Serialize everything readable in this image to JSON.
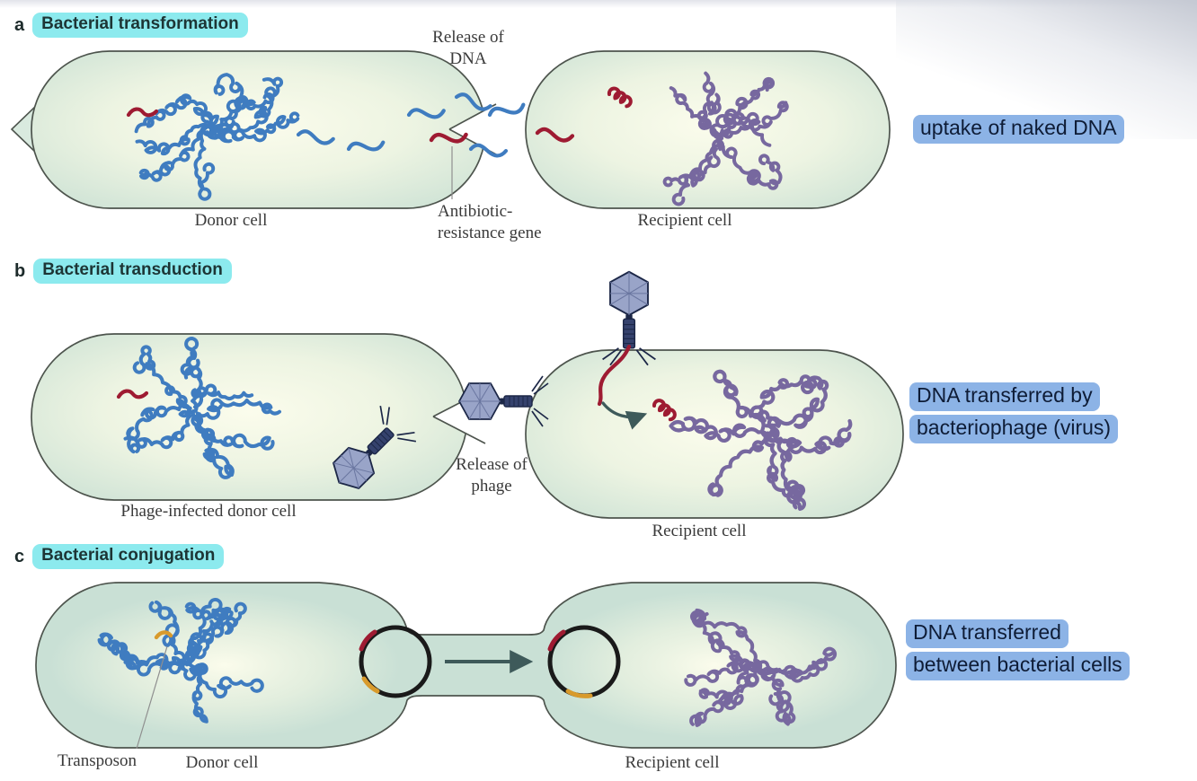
{
  "colors": {
    "donor_dna": "#3f7cc0",
    "recipient_dna": "#77689f",
    "resistance_gene": "#9e1b32",
    "transposon": "#d89a2c",
    "cell_outline": "#4d544d",
    "header_highlight": "#8ceaee",
    "annotation_highlight": "#8cb3e6",
    "phage_dark": "#1c2747",
    "arrow": "#3e5a5a",
    "plasmid_ring": "#1a1a1a"
  },
  "panels": {
    "a": {
      "letter": "a",
      "title": "Bacterial transformation",
      "release_label_1": "Release of",
      "release_label_2": "DNA",
      "gene_label_1": "Antibiotic-",
      "gene_label_2": "resistance gene",
      "donor_label": "Donor cell",
      "recipient_label": "Recipient cell",
      "annotation": "uptake of naked DNA"
    },
    "b": {
      "letter": "b",
      "title": "Bacterial transduction",
      "release_label_1": "Release of",
      "release_label_2": "phage",
      "donor_label": "Phage-infected donor cell",
      "recipient_label": "Recipient cell",
      "annotation_1": "DNA transferred by",
      "annotation_2": "bacteriophage (virus)"
    },
    "c": {
      "letter": "c",
      "title": "Bacterial conjugation",
      "transposon_label": "Transposon",
      "donor_label": "Donor cell",
      "recipient_label": "Recipient cell",
      "annotation_1": "DNA transferred",
      "annotation_2": "between bacterial cells"
    }
  }
}
